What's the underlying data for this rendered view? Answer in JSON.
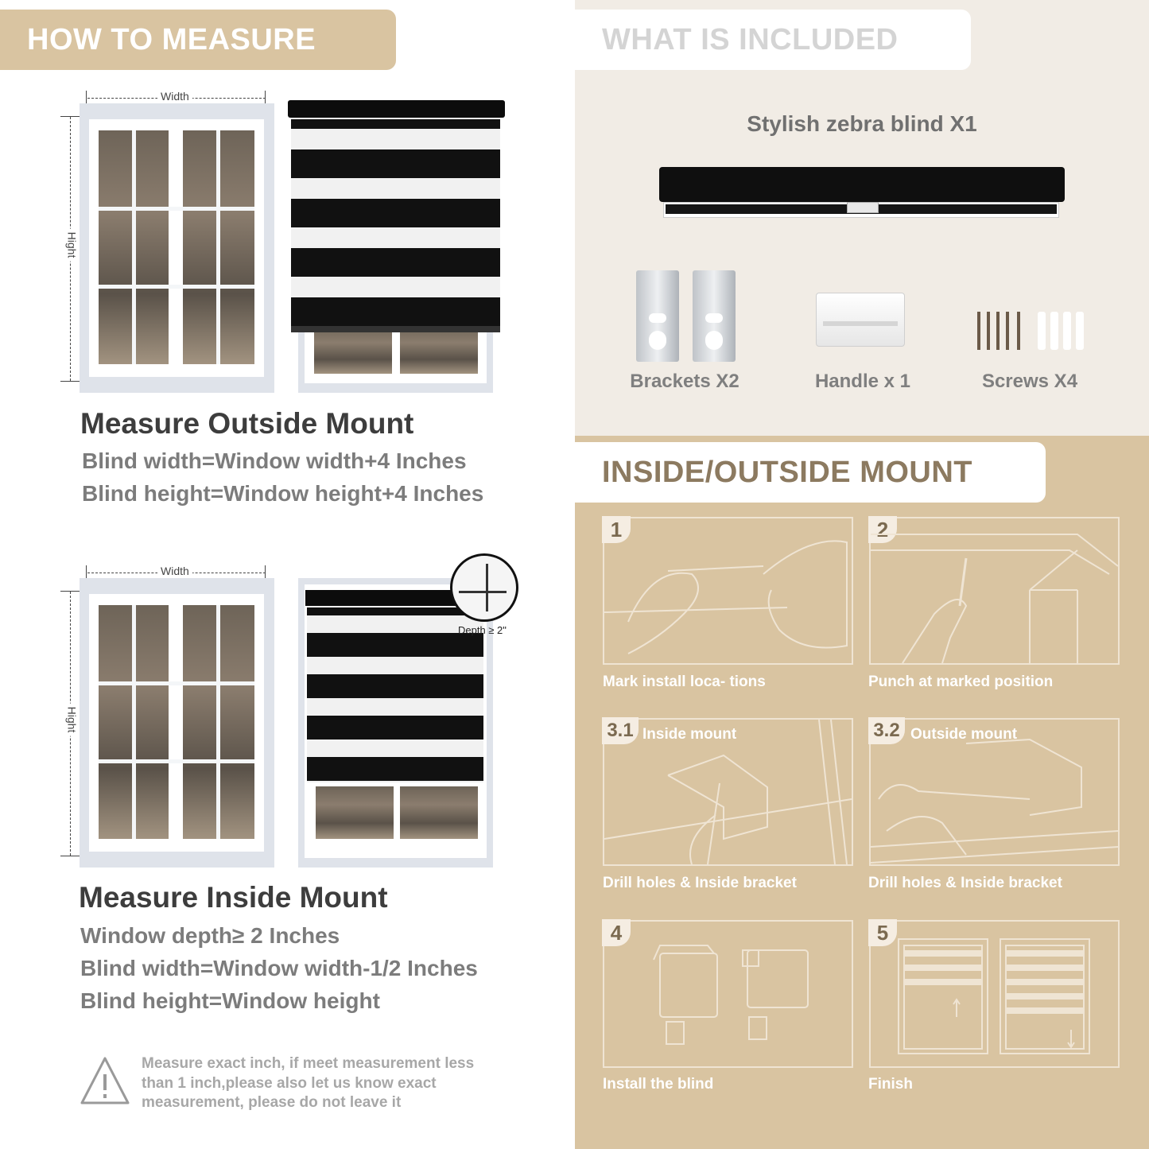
{
  "left": {
    "header": "HOW TO MEASURE",
    "outside": {
      "width_label": "Width",
      "height_label": "Hight",
      "title": "Measure Outside Mount",
      "lines": [
        "Blind width=Window width+4 Inches",
        "Blind height=Window height+4 Inches"
      ]
    },
    "inside": {
      "width_label": "Width",
      "height_label": "Hight",
      "depth_label": "Depth ≥ 2\"",
      "title": "Measure Inside Mount",
      "lines": [
        "Window depth≥ 2 Inches",
        "Blind width=Window width-1/2 Inches",
        "Blind height=Window height"
      ]
    },
    "note": {
      "icon": "warning-triangle-icon",
      "lines": [
        "Measure exact inch, if meet measurement less",
        "than 1 inch,please also let us know exact",
        "measurement, please do not leave it"
      ]
    }
  },
  "included": {
    "header": "WHAT IS INCLUDED",
    "blind_label": "Stylish zebra blind X1",
    "items": [
      {
        "label": "Brackets X2",
        "icon": "bracket-icon"
      },
      {
        "label": "Handle x 1",
        "icon": "handle-icon"
      },
      {
        "label": "Screws X4",
        "icon": "screws-icon"
      }
    ]
  },
  "mount": {
    "header": "INSIDE/OUTSIDE MOUNT",
    "steps": [
      {
        "num": "1",
        "caption": "Mark install loca- tions",
        "sub": ""
      },
      {
        "num": "2",
        "caption": "Punch at  marked position",
        "sub": ""
      },
      {
        "num": "3.1",
        "caption": "Drill holes &  Inside bracket",
        "sub": "Inside mount"
      },
      {
        "num": "3.2",
        "caption": "Drill holes &  Inside bracket",
        "sub": "Outside mount"
      },
      {
        "num": "4",
        "caption": "Install the blind",
        "sub": ""
      },
      {
        "num": "5",
        "caption": "Finish",
        "sub": ""
      }
    ]
  },
  "colors": {
    "tan": "#d9c4a1",
    "cream": "#f1ece5",
    "stripe": "#111111"
  }
}
